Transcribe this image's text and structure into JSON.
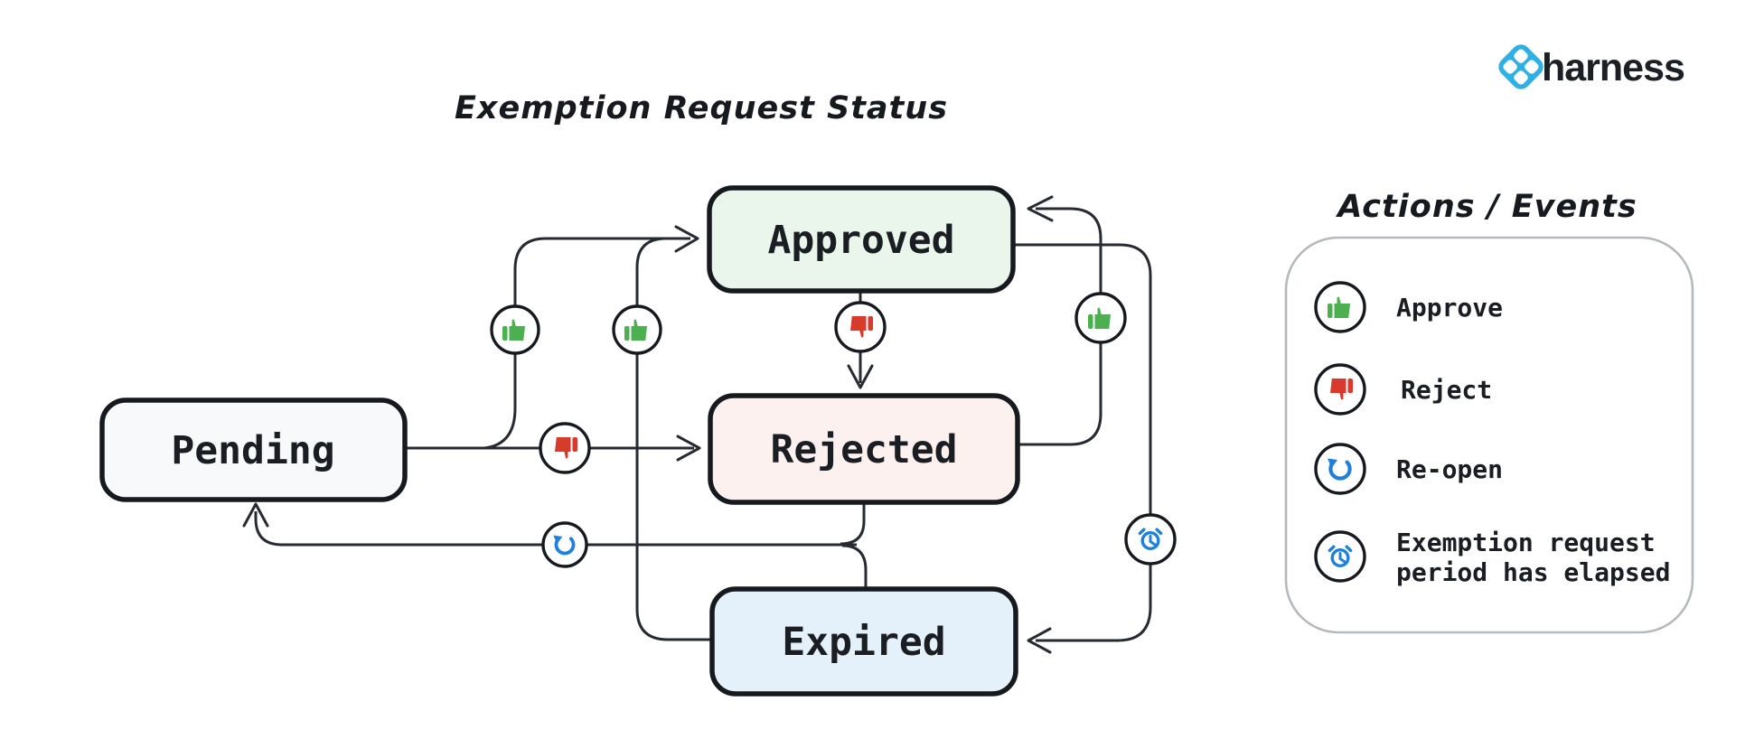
{
  "brand": {
    "name": "harness"
  },
  "diagram": {
    "title": "Exemption Request Status",
    "nodes": [
      {
        "id": "pending",
        "label": "Pending",
        "fill": "#f7f9fa"
      },
      {
        "id": "approved",
        "label": "Approved",
        "fill": "#eaf6ec"
      },
      {
        "id": "rejected",
        "label": "Rejected",
        "fill": "#fdf1f0"
      },
      {
        "id": "expired",
        "label": "Expired",
        "fill": "#e4f1fb"
      }
    ],
    "transitions": [
      {
        "from": "Pending",
        "to": "Approved",
        "action": "Approve"
      },
      {
        "from": "Pending",
        "to": "Rejected",
        "action": "Reject"
      },
      {
        "from": "Approved",
        "to": "Rejected",
        "action": "Reject"
      },
      {
        "from": "Rejected",
        "to": "Approved",
        "action": "Approve"
      },
      {
        "from": "Expired",
        "to": "Approved",
        "action": "Approve"
      },
      {
        "from": "Approved",
        "to": "Expired",
        "action": "Exemption request period has elapsed"
      },
      {
        "from": "Rejected",
        "to": "Pending",
        "action": "Re-open"
      },
      {
        "from": "Expired",
        "to": "Pending",
        "action": "Re-open"
      }
    ]
  },
  "legend": {
    "title": "Actions / Events",
    "items": [
      {
        "icon": "thumb-up-icon",
        "label": "Approve",
        "color": "#4caf50"
      },
      {
        "icon": "thumb-down-icon",
        "label": "Reject",
        "color": "#d63b2c"
      },
      {
        "icon": "reopen-icon",
        "label": "Re-open",
        "color": "#1e7fdd"
      },
      {
        "icon": "alarm-clock-icon",
        "label": "Exemption request period has elapsed",
        "label_lines": [
          "Exemption request",
          "period has elapsed"
        ],
        "color": "#1e7fdd"
      }
    ]
  },
  "colors": {
    "background": "#ffffff",
    "node_border": "#16191d",
    "edge": "#272b31",
    "approve_green": "#4caf50",
    "reject_red": "#d63b2c",
    "event_blue": "#1e7fdd",
    "legend_border": "#b6b9bb",
    "brand_blue": "#2eb0e4",
    "text": "#1a1d21"
  }
}
